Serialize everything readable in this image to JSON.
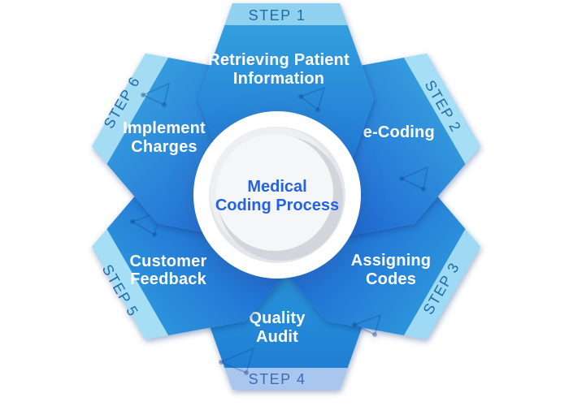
{
  "diagram": {
    "center": {
      "lines": [
        "Medical",
        "Coding Process"
      ],
      "text_color": "#2461E4"
    },
    "steps": [
      {
        "step_label": "STEP 1",
        "title": "Retrieving Patient Information",
        "title_lines": [
          "Retrieving Patient",
          "Information"
        ],
        "band_color": "#8FD1EF",
        "band_text_color": "#1E6CA7"
      },
      {
        "step_label": "STEP 2",
        "title": "Pre-Coding",
        "title_lines": [
          "Pre-Coding"
        ],
        "band_color": "#A6DEF6",
        "band_text_color": "#1E6CA7"
      },
      {
        "step_label": "STEP 3",
        "title": "Assigning Codes",
        "title_lines": [
          "Assigning",
          "Codes"
        ],
        "band_color": "#9FDAF4",
        "band_text_color": "#1E6CA7"
      },
      {
        "step_label": "STEP 4",
        "title": "Quality Audit",
        "title_lines": [
          "Quality",
          "Audit"
        ],
        "band_color": "#A9C6EF",
        "band_text_color": "#3A6DB6"
      },
      {
        "step_label": "STEP 5",
        "title": "Customer Feedback",
        "title_lines": [
          "Customer",
          "Feedback"
        ],
        "band_color": "#A6DEF6",
        "band_text_color": "#1E6CA7"
      },
      {
        "step_label": "STEP 6",
        "title": "Implement Charges",
        "title_lines": [
          "Implement",
          "Charges"
        ],
        "band_color": "#A4DCF4",
        "band_text_color": "#1E6CA7"
      }
    ],
    "colors": {
      "hex_gradient_light": "#38A2DF",
      "hex_gradient_dark": "#1A5ED1",
      "title_text": "#FFFFFF",
      "background": "#FFFFFF",
      "ring_gray": "#E3E6EA",
      "swirl_gray": "#D2D5DB"
    }
  }
}
